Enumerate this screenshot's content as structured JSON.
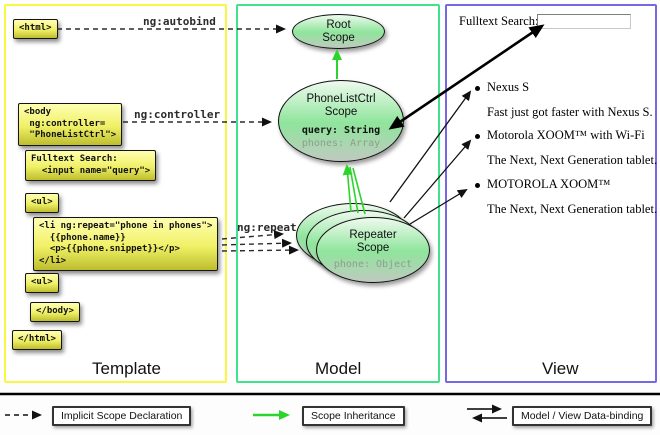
{
  "template": {
    "title": "Template",
    "boxes": {
      "html_open": "<html>",
      "body_open": "<body\n ng:controller=\n \"PhoneListCtrl\">",
      "fulltext_search": "Fulltext Search:\n  <input name=\"query\">",
      "ul_open": "<ul>",
      "li_repeat": "<li ng:repeat=\"phone in phones\">\n  {{phone.name}}\n  <p>{{phone.snippet}}</p>\n</li>",
      "ul_open_2": "<ul>",
      "body_close": "</body>",
      "html_close": "</html>"
    }
  },
  "directives": {
    "autobind": "ng:autobind",
    "controller": "ng:controller",
    "repeat": "ng:repeat"
  },
  "model": {
    "title": "Model",
    "root_scope": {
      "name": "Root\nScope"
    },
    "phone_list_ctrl_scope": {
      "name": "PhoneListCtrl\nScope",
      "properties": [
        "query: String",
        "phones: Array"
      ]
    },
    "repeater_scope": {
      "name": "Repeater\nScope",
      "properties": [
        "phone: Object"
      ]
    }
  },
  "view": {
    "title": "View",
    "search_label": "Fulltext Search:",
    "search_value": "",
    "items": [
      {
        "name": "Nexus S",
        "snippet": "Fast just got faster with Nexus S."
      },
      {
        "name": "Motorola XOOM™  with Wi-Fi",
        "snippet": "The Next, Next Generation tablet."
      },
      {
        "name": "MOTOROLA XOOM™",
        "snippet": "The Next, Next Generation tablet."
      }
    ]
  },
  "legend": {
    "implicit_scope": "Implicit Scope Declaration",
    "scope_inheritance": "Scope Inheritance",
    "data_binding": "Model / View Data-binding"
  },
  "colors": {
    "template_border": "#f8f842",
    "model_border": "#40e28c",
    "view_border": "#7668e2",
    "inheritance_green": "#2ed42e"
  }
}
